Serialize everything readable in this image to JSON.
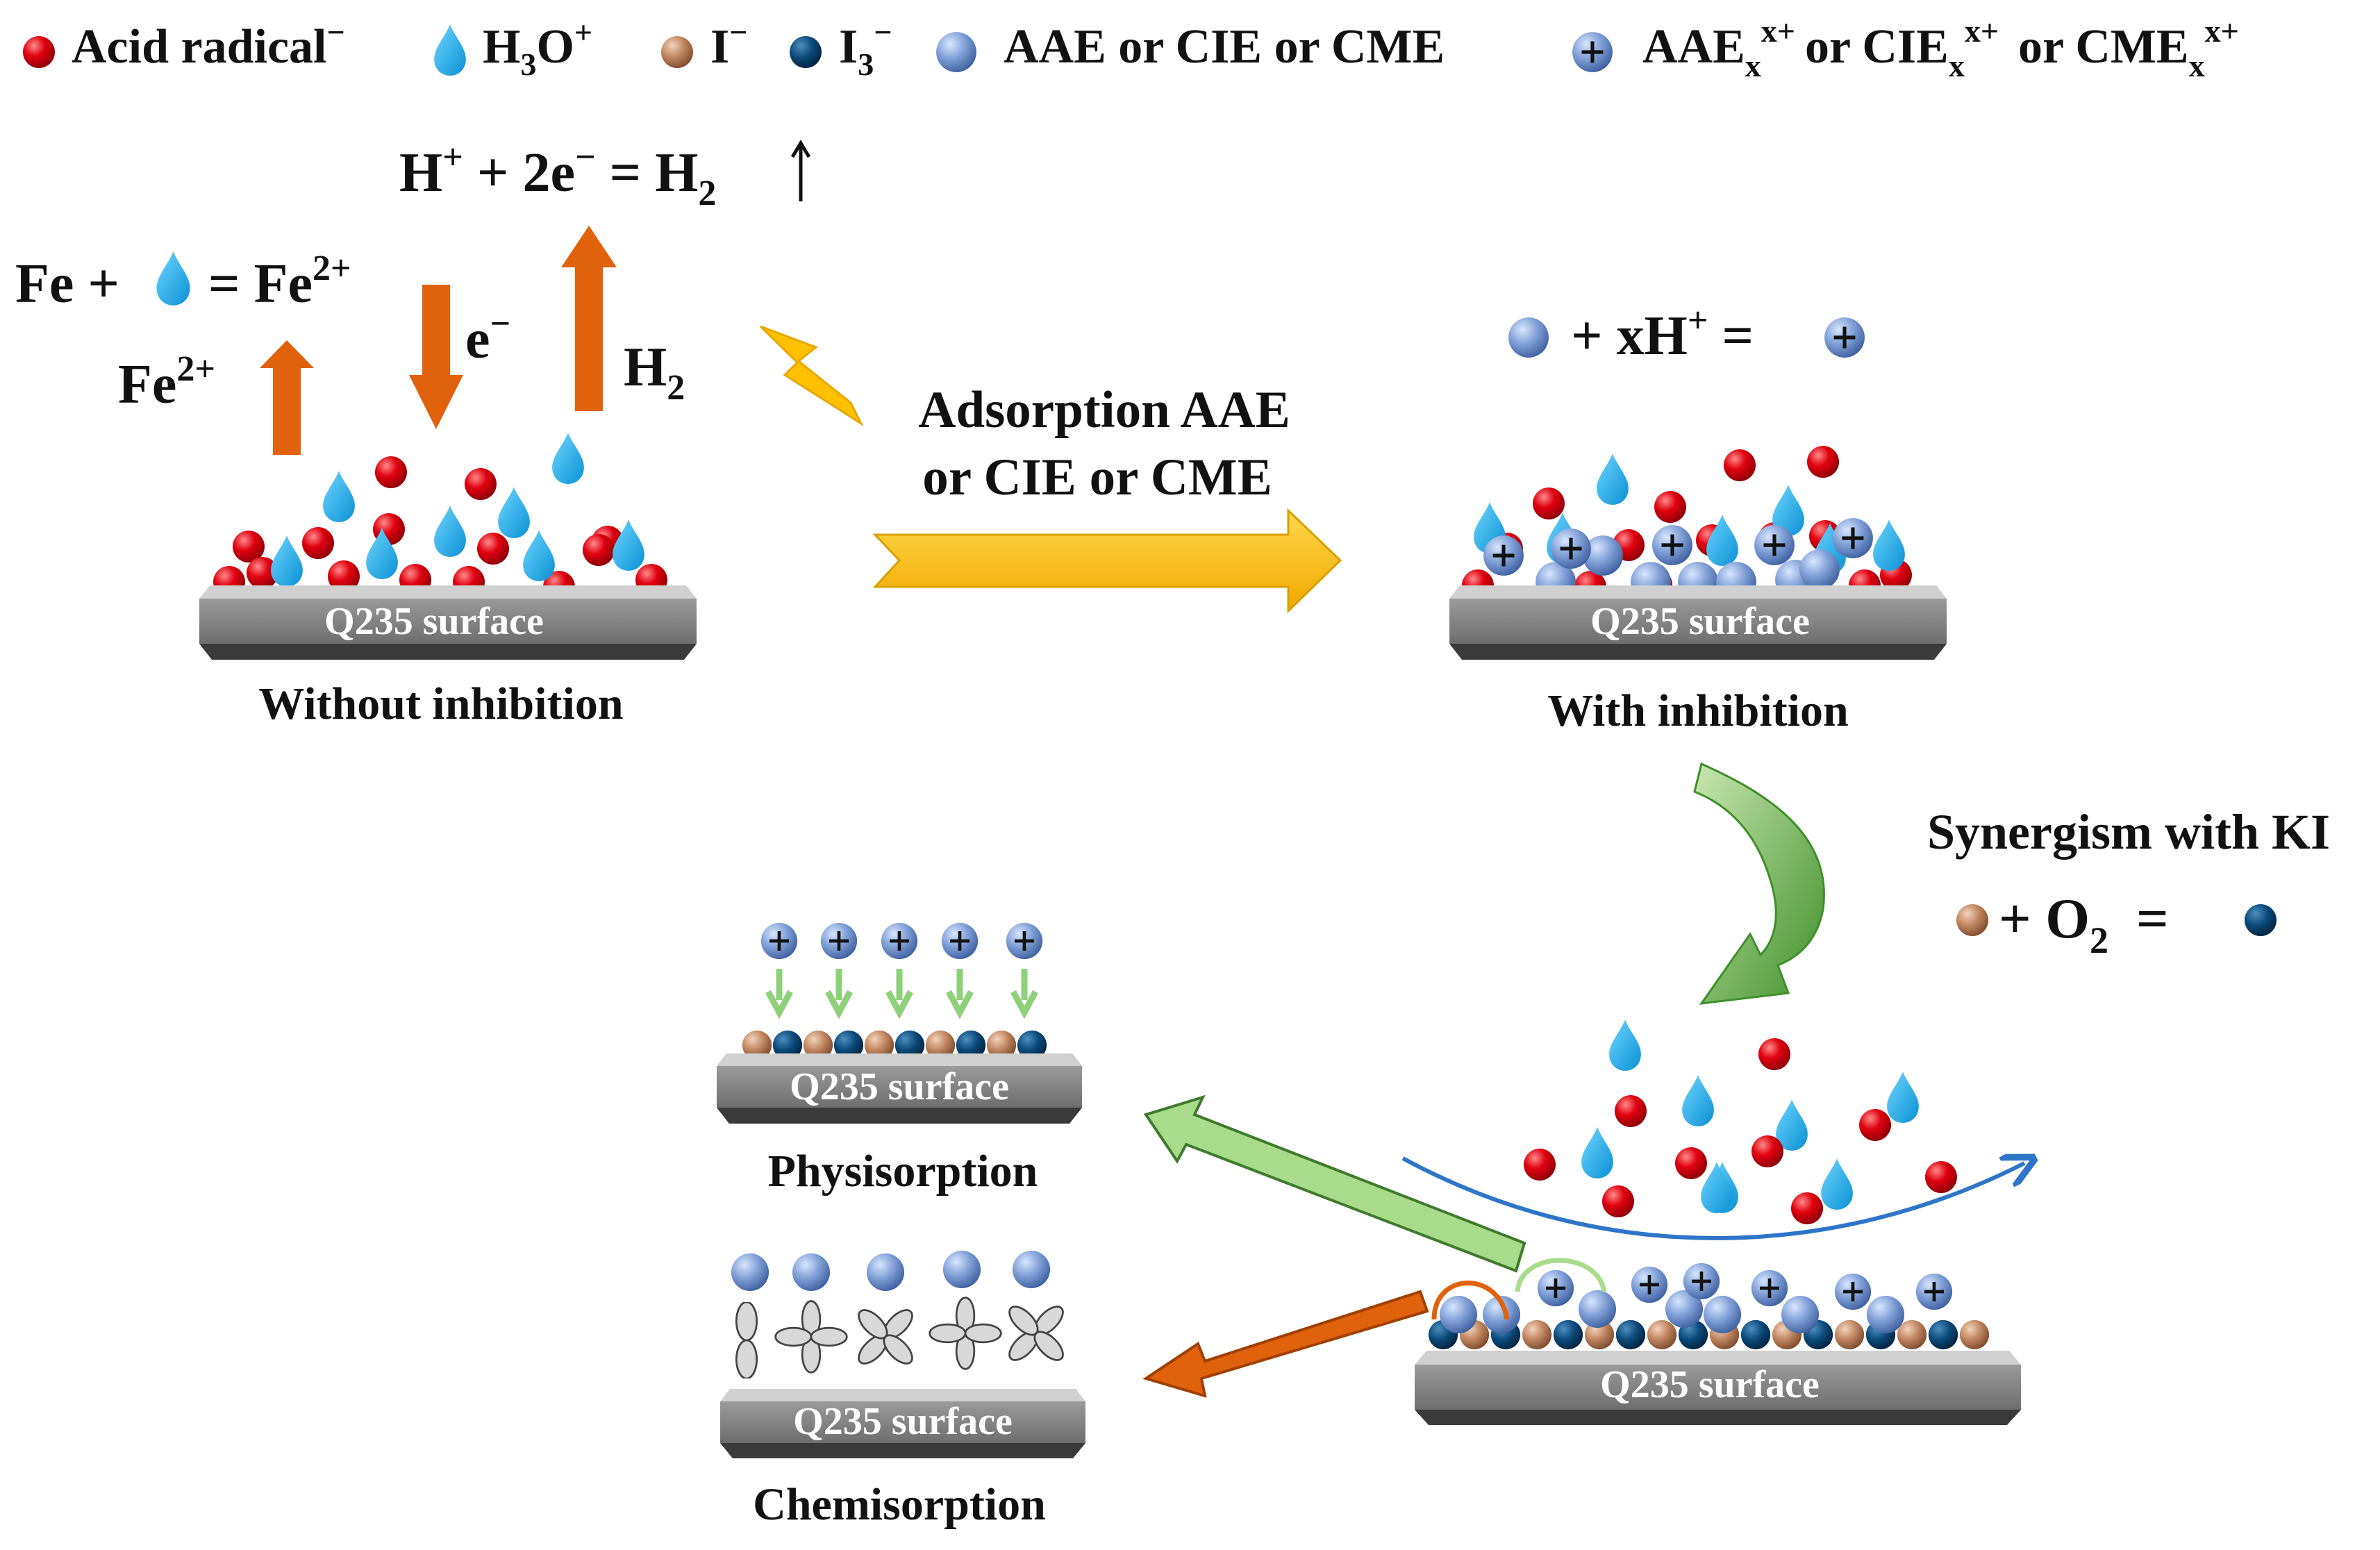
{
  "legend": {
    "acid_radical": "Acid radical",
    "h3o": "H",
    "iodide": "I",
    "triiodide": "I",
    "extract": "AAE or CIE or CME",
    "protonated_a": "AAE",
    "protonated_b": "or CIE",
    "protonated_c": "or CME",
    "sub_3": "3",
    "sub_x": "x",
    "sup_minus": "−",
    "sup_plus": "+",
    "sup_xplus": "x+",
    "o": "O"
  },
  "reactions": {
    "h2_eq": "H",
    "h2_eq_mid": " + 2e",
    "h2_eq_end": " = H",
    "fe_start": "Fe +",
    "fe_end": "= Fe",
    "fe2": "2+",
    "fe_label": "Fe",
    "electron": "e",
    "h2_label": "H",
    "sub_2": "2",
    "proton_eq": "+ xH",
    "proton_eq_end": " =",
    "o2_eq_plus": "+ O",
    "o2_eq_eq": "="
  },
  "labels": {
    "surface": "Q235 surface",
    "without": "Without inhibition",
    "with": "With inhibition",
    "adsorption_line1": "Adsorption AAE",
    "adsorption_line2": "or CIE or CME",
    "synergism": "Synergism with KI",
    "physisorption": "Physisorption",
    "chemisorption": "Chemisorption"
  },
  "colors": {
    "acid_radical": "#e0000f",
    "h3o_drop": "#1aa8e6",
    "iodide": "#c08560",
    "triiodide": "#0b4a7a",
    "extract_sphere": "#7f9fd6",
    "orange_arrow": "#e0620d",
    "yellow_arrow": "#ffc000",
    "green_arrow": "#70ad47",
    "blue_curve": "#2e75c8",
    "surface_top": "#d0d0d0",
    "surface_body": "#8c8c8c",
    "surface_base": "#3a3a3a"
  }
}
